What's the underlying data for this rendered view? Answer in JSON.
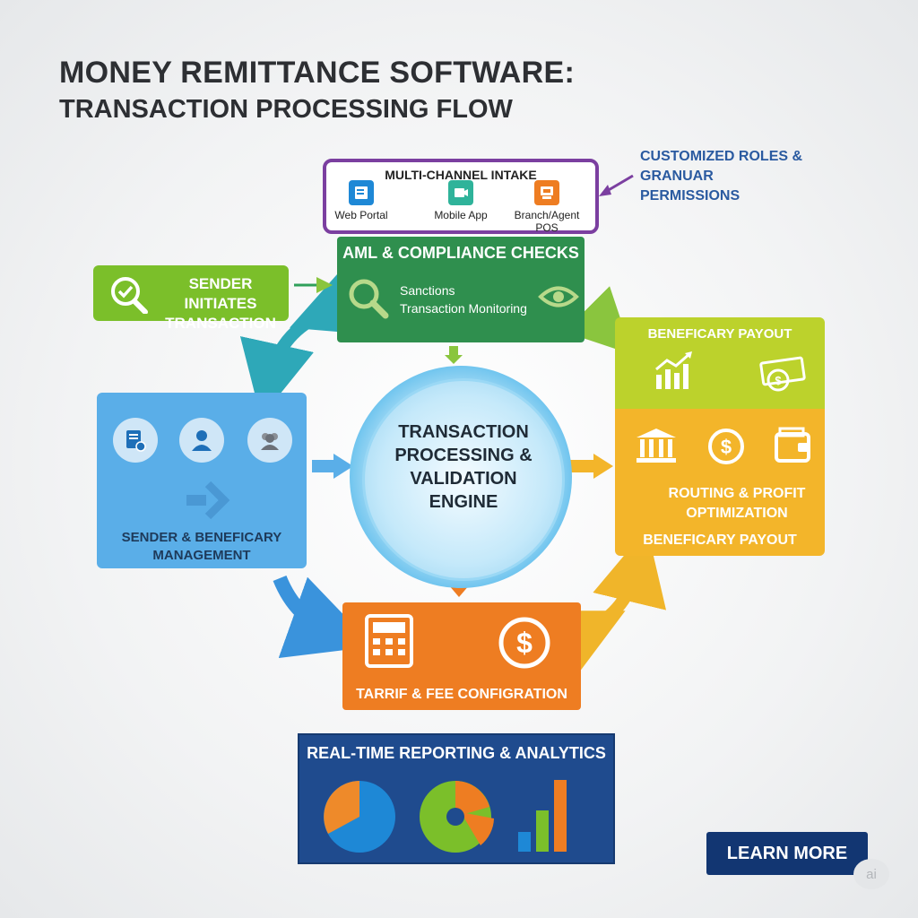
{
  "title": {
    "line1": "MONEY REMITTANCE SOFTWARE:",
    "line2": "TRANSACTION PROCESSING FLOW"
  },
  "intake": {
    "title": "MULTI-CHANNEL INTAKE",
    "channels": [
      {
        "label": "Web Portal",
        "icon": "web-portal-icon",
        "color": "#1e88d6"
      },
      {
        "label": "Mobile App",
        "icon": "mobile-app-icon",
        "color": "#2fb39a"
      },
      {
        "label": "Branch/Agent POS",
        "icon": "pos-terminal-icon",
        "color": "#ee7d22"
      }
    ]
  },
  "roles_note": {
    "line1": "CUSTOMIZED ROLES & GRANUAR",
    "line2": "PERMISSIONS"
  },
  "sender_initiates": {
    "line1": "SENDER INITIATES",
    "line2": "TRANSACTION"
  },
  "aml": {
    "title": "AML & COMPLIANCE CHECKS",
    "items": [
      "Sanctions",
      "Transaction Monitoring"
    ]
  },
  "sender_management": {
    "line1": "SENDER & BENEFICARY",
    "line2": "MANAGEMENT"
  },
  "engine": {
    "line1": "TRANSACTION",
    "line2": "PROCESSING &",
    "line3": "VALIDATION",
    "line4": "ENGINE"
  },
  "payout_top": {
    "label": "BENEFICARY PAYOUT"
  },
  "routing": {
    "line1": "ROUTING & PROFIT",
    "line2": "OPTIMIZATION",
    "payout_label": "BENEFICARY PAYOUT"
  },
  "tariff": {
    "label": "TARRIF & FEE CONFIGRATION"
  },
  "reporting": {
    "title": "REAL-TIME REPORTING & ANALYTICS"
  },
  "cta": {
    "label": "LEARN MORE"
  },
  "badge": {
    "text": "ai"
  },
  "colors": {
    "purple": "#7b3fa0",
    "green": "#2f8f4e",
    "lime": "#7bbf2a",
    "blue": "#5aaee8",
    "yellow_green": "#bcd22c",
    "gold": "#f3b52a",
    "orange": "#ee7d22",
    "navy": "#1f4b8e"
  }
}
